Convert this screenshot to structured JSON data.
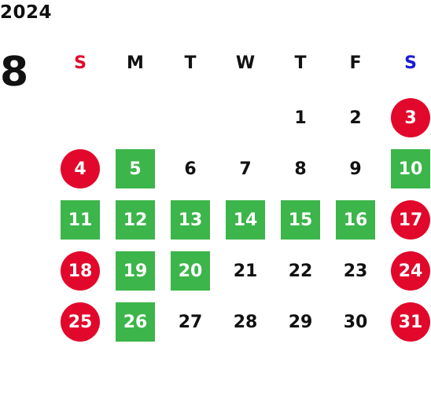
{
  "year": "2024",
  "month": "8",
  "weekdays": [
    "S",
    "M",
    "T",
    "W",
    "T",
    "F",
    "S"
  ],
  "weekday_colors": [
    "#e2082b",
    "#111111",
    "#111111",
    "#111111",
    "#111111",
    "#111111",
    "#1a1ad6"
  ],
  "colors": {
    "green_highlight": "#3cb54a",
    "red_highlight": "#e2082b",
    "plain_text": "#111111"
  },
  "weeks": [
    [
      {
        "d": "",
        "s": "none"
      },
      {
        "d": "",
        "s": "none"
      },
      {
        "d": "",
        "s": "none"
      },
      {
        "d": "",
        "s": "none"
      },
      {
        "d": "1",
        "s": "plain"
      },
      {
        "d": "2",
        "s": "plain"
      },
      {
        "d": "3",
        "s": "red"
      }
    ],
    [
      {
        "d": "4",
        "s": "red"
      },
      {
        "d": "5",
        "s": "green"
      },
      {
        "d": "6",
        "s": "plain"
      },
      {
        "d": "7",
        "s": "plain"
      },
      {
        "d": "8",
        "s": "plain"
      },
      {
        "d": "9",
        "s": "plain"
      },
      {
        "d": "10",
        "s": "green"
      }
    ],
    [
      {
        "d": "11",
        "s": "green"
      },
      {
        "d": "12",
        "s": "green"
      },
      {
        "d": "13",
        "s": "green"
      },
      {
        "d": "14",
        "s": "green"
      },
      {
        "d": "15",
        "s": "green"
      },
      {
        "d": "16",
        "s": "green"
      },
      {
        "d": "17",
        "s": "red"
      }
    ],
    [
      {
        "d": "18",
        "s": "red"
      },
      {
        "d": "19",
        "s": "green"
      },
      {
        "d": "20",
        "s": "green"
      },
      {
        "d": "21",
        "s": "plain"
      },
      {
        "d": "22",
        "s": "plain"
      },
      {
        "d": "23",
        "s": "plain"
      },
      {
        "d": "24",
        "s": "red"
      }
    ],
    [
      {
        "d": "25",
        "s": "red"
      },
      {
        "d": "26",
        "s": "green"
      },
      {
        "d": "27",
        "s": "plain"
      },
      {
        "d": "28",
        "s": "plain"
      },
      {
        "d": "29",
        "s": "plain"
      },
      {
        "d": "30",
        "s": "plain"
      },
      {
        "d": "31",
        "s": "red"
      }
    ]
  ]
}
